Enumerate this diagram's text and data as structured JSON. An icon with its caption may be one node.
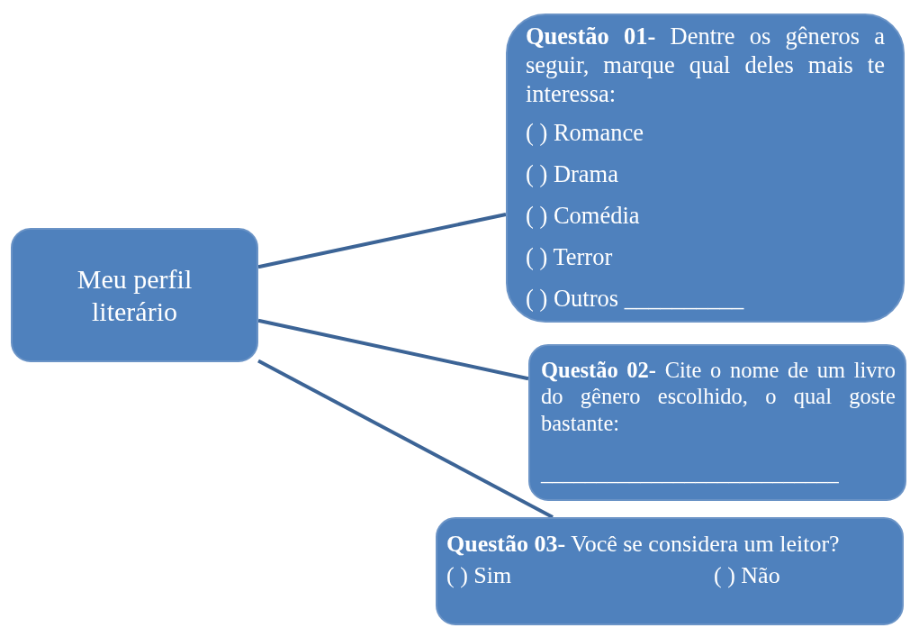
{
  "diagram": {
    "nodes": [
      {
        "text": [
          "Meu perfil literário"
        ]
      },
      {
        "text": [
          "**Questão 01-** Dentre os gêneros a seguir, marque qual deles mais te interessa:",
          "(  ) Romance",
          "(  ) Drama",
          "(  ) Comédia",
          "(  ) Terror",
          "(  ) Outros __________"
        ]
      },
      {
        "text": [
          "**Questão 02-** Cite o nome de um livro do gênero escolhido, o qual goste bastante:",
          "___________________________"
        ]
      },
      {
        "text": [
          "**Questão 03-** Você se considera um leitor?",
          "( ) Sim",
          "( ) Não"
        ]
      }
    ],
    "edges": [
      {
        "from": 0,
        "to": 1,
        "arrow": "none"
      },
      {
        "from": 0,
        "to": 2,
        "arrow": "none"
      },
      {
        "from": 0,
        "to": 3,
        "arrow": "none"
      }
    ]
  }
}
